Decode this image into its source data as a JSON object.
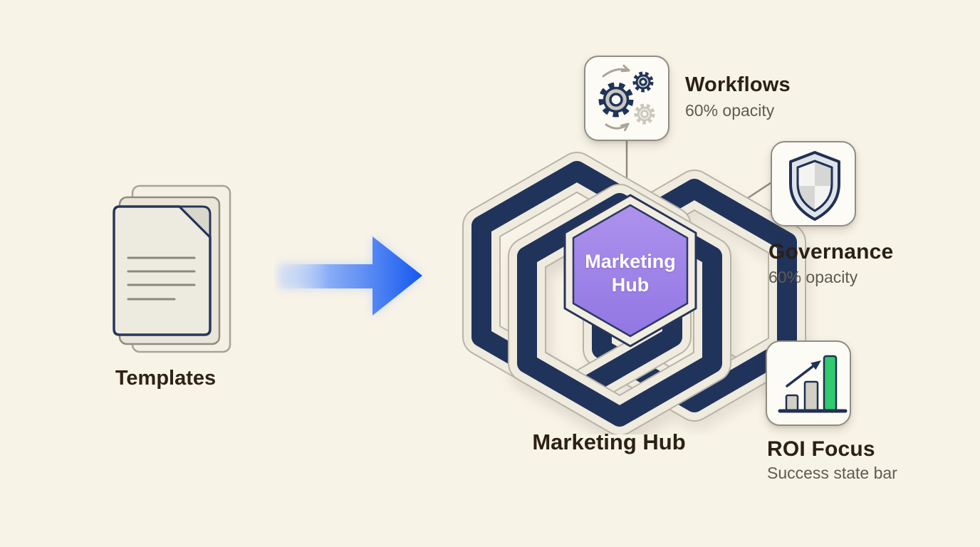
{
  "diagram": {
    "background_color": "#f8f3e7",
    "left_item": {
      "label": "Templates",
      "icon": "document-stack-icon"
    },
    "arrow": {
      "direction": "right",
      "color_start": "#dbe7fc",
      "color_end": "#1257ee"
    },
    "hub": {
      "hex_label_line1": "Marketing",
      "hex_label_line2": "Hub",
      "caption": "Marketing Hub",
      "hex_fill": "#9d82e8",
      "ring_color": "#20335b",
      "casing_color": "#f0ebdf"
    },
    "satellites": [
      {
        "id": "workflows",
        "title": "Workflows",
        "subtitle": "60% opacity",
        "icon": "gears-icon"
      },
      {
        "id": "governance",
        "title": "Governance",
        "subtitle": "60% opacity",
        "icon": "shield-icon"
      },
      {
        "id": "roi",
        "title": "ROI Focus",
        "subtitle": "Success state bar",
        "icon": "bar-chart-icon"
      }
    ],
    "accent_colors": {
      "navy": "#20335b",
      "purple": "#9d82e8",
      "green": "#2fcb6e",
      "blue_arrow": "#1257ee",
      "heading_text": "#2a2014",
      "subtitle_text": "#5f5b52"
    }
  }
}
